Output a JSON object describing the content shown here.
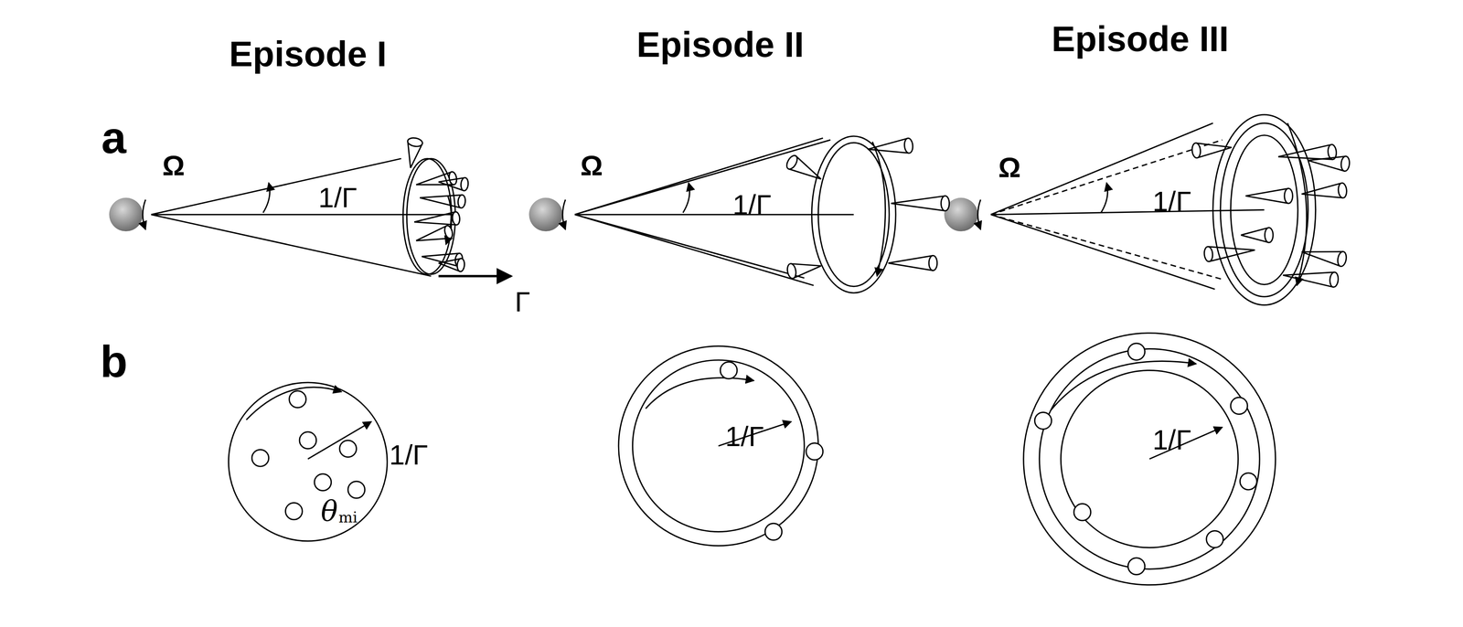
{
  "diagram": {
    "labels": [
      "Episode I",
      "Episode II",
      "Episode III",
      "a",
      "b",
      "Ω",
      "Ω",
      "Ω",
      "1/Γ",
      "1/Γ",
      "1/Γ",
      "Γ",
      "1/Γ",
      "1/Γ",
      "1/Γ",
      "θ",
      "mi"
    ]
  }
}
